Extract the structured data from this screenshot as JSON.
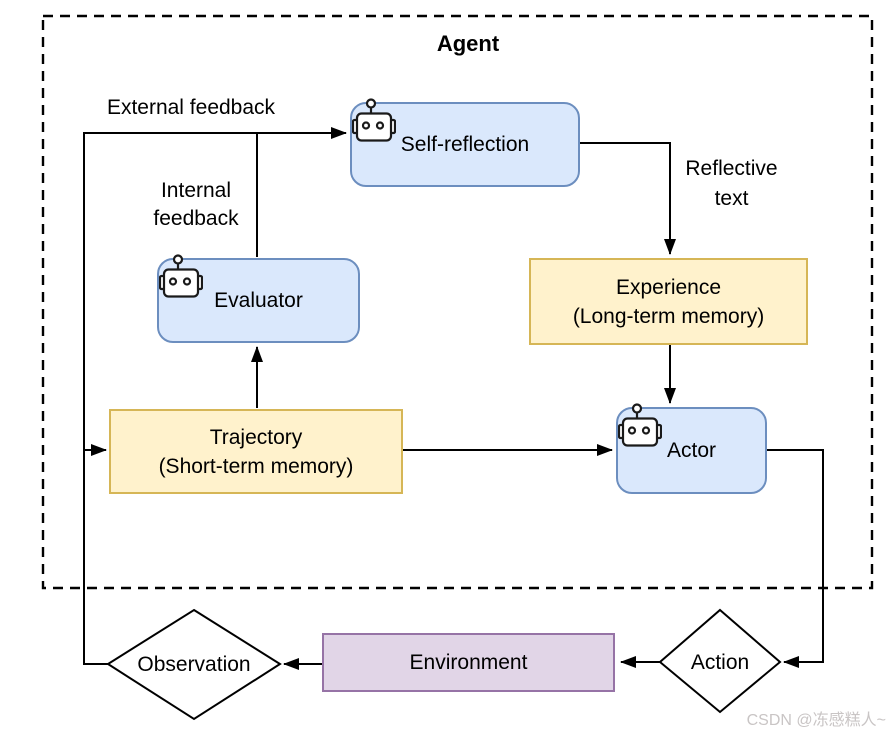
{
  "title": "Agent",
  "watermark": "CSDN @冻感糕人~",
  "palette": {
    "blue_fill": "#dae8fc",
    "blue_stroke": "#6c8ebf",
    "yellow_fill": "#fff2cc",
    "yellow_stroke": "#d6b656",
    "purple_fill": "#e1d5e7",
    "purple_stroke": "#9673a6",
    "line_color": "#000000",
    "watermark_color": "#c9c5c5"
  },
  "nodes": {
    "self_reflection": {
      "label": "Self-reflection"
    },
    "evaluator": {
      "label": "Evaluator"
    },
    "actor": {
      "label": "Actor"
    },
    "experience": {
      "label": "Experience",
      "sublabel": "(Long-term memory)"
    },
    "trajectory": {
      "label": "Trajectory",
      "sublabel": "(Short-term memory)"
    },
    "environment": {
      "label": "Environment"
    },
    "observation": {
      "label": "Observation"
    },
    "action": {
      "label": "Action"
    }
  },
  "edge_labels": {
    "external_feedback": "External feedback",
    "internal_feedback": "Internal feedback",
    "reflective_text": "Reflective text"
  }
}
